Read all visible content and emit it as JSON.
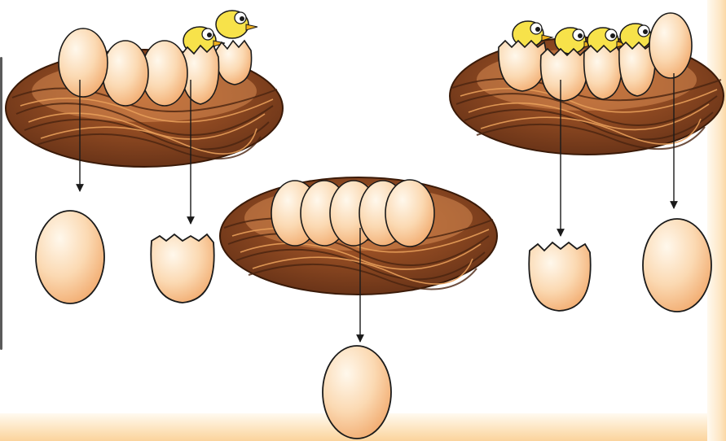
{
  "colors": {
    "background": "#ffffff",
    "egg_light": "#fff3e0",
    "egg_dark": "#f4b77f",
    "egg_outline": "#1a1a1a",
    "nest_base": "#7a3f1f",
    "nest_dark": "#4a2410",
    "nest_light": "#c8743a",
    "nest_highlight": "#e89f5a",
    "chick_body": "#f7e24a",
    "chick_beak": "#f2b21c",
    "arrow": "#1a1a1a",
    "page_edge": "#fde3bc"
  },
  "nests": [
    {
      "name": "left",
      "whole_eggs": 3,
      "hatched_eggs": 2,
      "chicks": 2,
      "arrows": [
        "whole-egg",
        "hatched-egg"
      ]
    },
    {
      "name": "center",
      "whole_eggs": 5,
      "hatched_eggs": 0,
      "chicks": 0,
      "arrows": [
        "whole-egg"
      ]
    },
    {
      "name": "right",
      "whole_eggs": 1,
      "hatched_eggs": 4,
      "chicks": 4,
      "arrows": [
        "hatched-egg",
        "whole-egg"
      ]
    }
  ],
  "icons": [
    "nest-icon",
    "egg-icon",
    "hatched-egg-icon",
    "chick-icon",
    "arrow-icon"
  ]
}
